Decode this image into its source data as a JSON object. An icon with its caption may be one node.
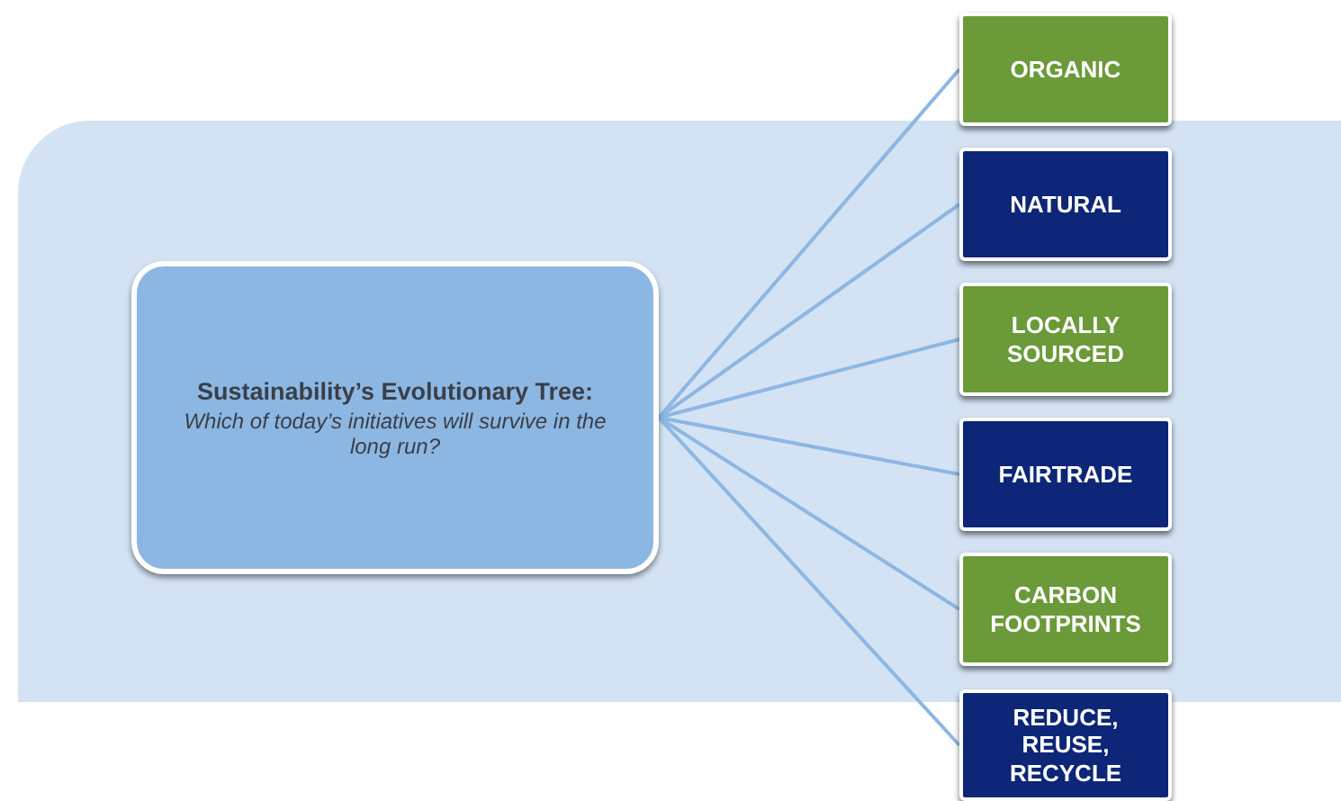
{
  "diagram": {
    "nodes": [
      {
        "text": [
          "Sustainability’s Evolutionary Tree:",
          "Which of today’s initiatives will survive in the long run?"
        ]
      },
      {
        "text": [
          "ORGANIC"
        ]
      },
      {
        "text": [
          "NATURAL"
        ]
      },
      {
        "text": [
          "LOCALLY SOURCED"
        ]
      },
      {
        "text": [
          "FAIRTRADE"
        ]
      },
      {
        "text": [
          "CARBON FOOTPRINTS"
        ]
      },
      {
        "text": [
          "REDUCE, REUSE, RECYCLE"
        ]
      }
    ],
    "edges": [
      {
        "from": 0,
        "to": 1,
        "arrow": "none"
      },
      {
        "from": 0,
        "to": 2,
        "arrow": "none"
      },
      {
        "from": 0,
        "to": 3,
        "arrow": "none"
      },
      {
        "from": 0,
        "to": 4,
        "arrow": "none"
      },
      {
        "from": 0,
        "to": 5,
        "arrow": "none"
      },
      {
        "from": 0,
        "to": 6,
        "arrow": "none"
      }
    ]
  }
}
